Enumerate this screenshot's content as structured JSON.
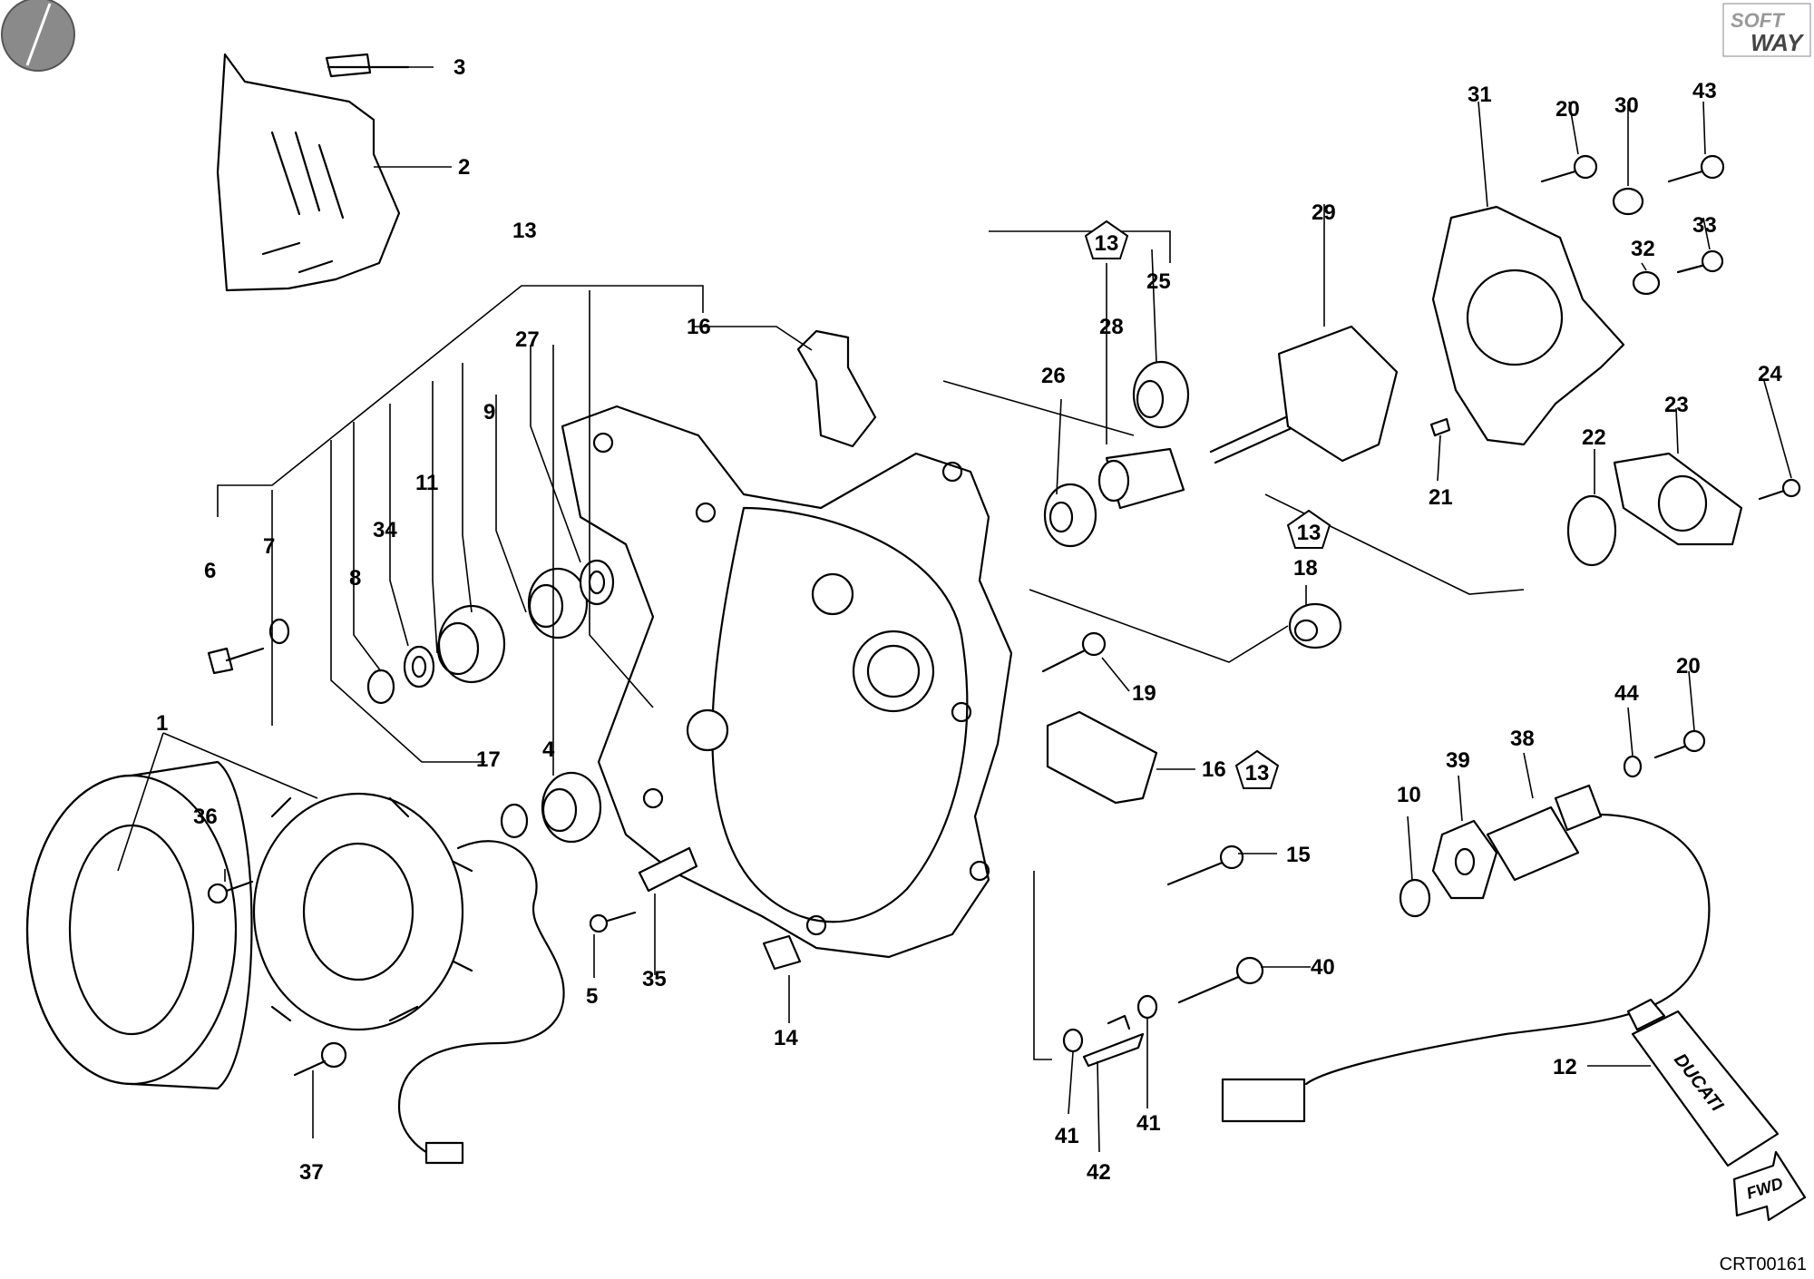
{
  "drawing_code": "CRT00161",
  "brand_logo": {
    "line1": "SOFT",
    "line2": "WAY"
  },
  "forward_arrow": {
    "text": "FWD"
  },
  "tube_brand": "DUCATI",
  "icons": [
    "corner-disc-icon",
    "softway-logo-icon",
    "fwd-arrow-icon",
    "pentagon-note-icon"
  ],
  "callouts": [
    {
      "id": "c-3",
      "text": "3"
    },
    {
      "id": "c-2",
      "text": "2"
    },
    {
      "id": "c-13a",
      "text": "13"
    },
    {
      "id": "c-16a",
      "text": "16"
    },
    {
      "id": "c-27",
      "text": "27"
    },
    {
      "id": "c-9",
      "text": "9"
    },
    {
      "id": "c-11",
      "text": "11"
    },
    {
      "id": "c-34",
      "text": "34"
    },
    {
      "id": "c-6",
      "text": "6"
    },
    {
      "id": "c-7",
      "text": "7"
    },
    {
      "id": "c-8",
      "text": "8"
    },
    {
      "id": "c-1",
      "text": "1"
    },
    {
      "id": "c-36",
      "text": "36"
    },
    {
      "id": "c-17",
      "text": "17"
    },
    {
      "id": "c-4",
      "text": "4"
    },
    {
      "id": "c-5",
      "text": "5"
    },
    {
      "id": "c-35",
      "text": "35"
    },
    {
      "id": "c-14",
      "text": "14"
    },
    {
      "id": "c-37",
      "text": "37"
    },
    {
      "id": "c-26",
      "text": "26"
    },
    {
      "id": "c-28",
      "text": "28"
    },
    {
      "id": "c-25",
      "text": "25"
    },
    {
      "id": "c-29",
      "text": "29"
    },
    {
      "id": "c-31",
      "text": "31"
    },
    {
      "id": "c-20a",
      "text": "20"
    },
    {
      "id": "c-30",
      "text": "30"
    },
    {
      "id": "c-43",
      "text": "43"
    },
    {
      "id": "c-33",
      "text": "33"
    },
    {
      "id": "c-32",
      "text": "32"
    },
    {
      "id": "c-24",
      "text": "24"
    },
    {
      "id": "c-23",
      "text": "23"
    },
    {
      "id": "c-22",
      "text": "22"
    },
    {
      "id": "c-21",
      "text": "21"
    },
    {
      "id": "c-18",
      "text": "18"
    },
    {
      "id": "c-19",
      "text": "19"
    },
    {
      "id": "c-16b",
      "text": "16"
    },
    {
      "id": "c-15",
      "text": "15"
    },
    {
      "id": "c-40",
      "text": "40"
    },
    {
      "id": "c-41a",
      "text": "41"
    },
    {
      "id": "c-42",
      "text": "42"
    },
    {
      "id": "c-41b",
      "text": "41"
    },
    {
      "id": "c-20b",
      "text": "20"
    },
    {
      "id": "c-44",
      "text": "44"
    },
    {
      "id": "c-38",
      "text": "38"
    },
    {
      "id": "c-39",
      "text": "39"
    },
    {
      "id": "c-10",
      "text": "10"
    },
    {
      "id": "c-12",
      "text": "12"
    }
  ],
  "notes": [
    {
      "id": "n-28",
      "text": "13"
    },
    {
      "id": "n-18",
      "text": "13"
    },
    {
      "id": "n-16",
      "text": "13"
    }
  ]
}
